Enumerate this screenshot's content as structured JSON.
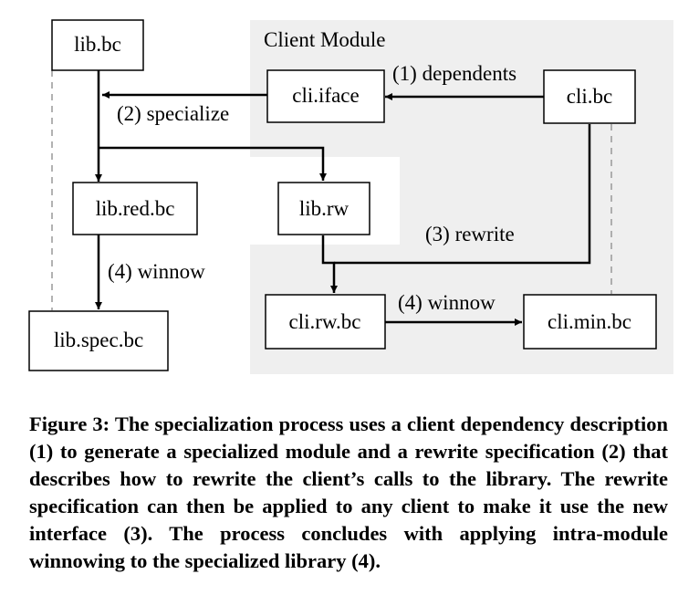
{
  "diagram": {
    "region_label": "Client Module",
    "nodes": {
      "lib_bc": "lib.bc",
      "cli_iface": "cli.iface",
      "cli_bc": "cli.bc",
      "lib_red_bc": "lib.red.bc",
      "lib_rw": "lib.rw",
      "lib_spec_bc": "lib.spec.bc",
      "cli_rw_bc": "cli.rw.bc",
      "cli_min_bc": "cli.min.bc"
    },
    "edge_labels": {
      "dependents": "(1) dependents",
      "specialize": "(2) specialize",
      "rewrite": "(3) rewrite",
      "winnow_lib": "(4) winnow",
      "winnow_cli": "(4) winnow"
    }
  },
  "caption": "Figure 3: The specialization process uses a client dependency description (1) to generate a specialized module and a rewrite specification (2) that describes how to rewrite the client’s calls to the library. The rewrite specification can then be applied to any client to make it use the new interface (3). The process concludes with applying intra-module winnowing to the specialized library (4)."
}
